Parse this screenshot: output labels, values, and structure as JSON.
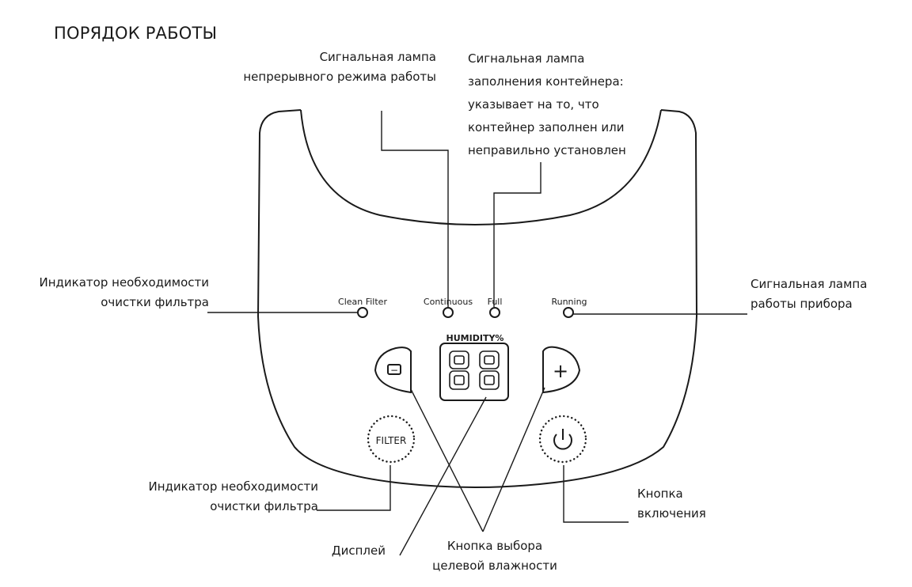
{
  "page": {
    "title": "ПОРЯДОК РАБОТЫ"
  },
  "callouts": {
    "continuous_lamp": [
      "Сигнальная лампа",
      "непрерывного режима работы"
    ],
    "full_lamp": [
      "Сигнальная лампа",
      "заполнения контейнера:",
      "указывает на то, что",
      "контейнер заполнен или",
      "неправильно  установлен"
    ],
    "clean_filter_indicator": [
      "Индикатор необходимости",
      "очистки фильтра"
    ],
    "running_lamp": [
      "Сигнальная лампа",
      "работы прибора"
    ],
    "filter_button_indicator": [
      "Индикатор необходимости",
      "очистки фильтра"
    ],
    "power_button": [
      "Кнопка",
      "включения"
    ],
    "display": [
      "Дисплей"
    ],
    "humidity_buttons": [
      "Кнопка выбора",
      "целевой влажности"
    ]
  },
  "panel": {
    "lamp_labels": {
      "clean_filter": "Clean  Filter",
      "continuous": "Continuous",
      "full": "Full",
      "running": "Running"
    },
    "display_caption": "HUMIDITY%",
    "display_digits": "88",
    "filter_button": "FILTER",
    "minus_symbol": "−",
    "plus_symbol": "+"
  }
}
